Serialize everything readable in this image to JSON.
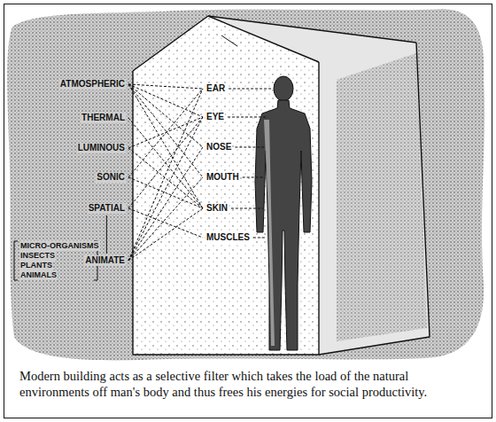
{
  "diagram": {
    "caption": "Modern building acts as a selective filter which takes the load of the natural environments off man's body and thus frees his energies for social productivity.",
    "labels": [
      "ATMOSPHERIC",
      "THERMAL",
      "LUMINOUS",
      "SONIC",
      "SPATIAL",
      "ANIMATE",
      "MICRO-ORGANISMS",
      "INSECTS",
      "PLANTS",
      "ANIMALS",
      "EAR",
      "EYE",
      "NOSE",
      "MOUTH",
      "SKIN",
      "MUSCLES"
    ]
  }
}
